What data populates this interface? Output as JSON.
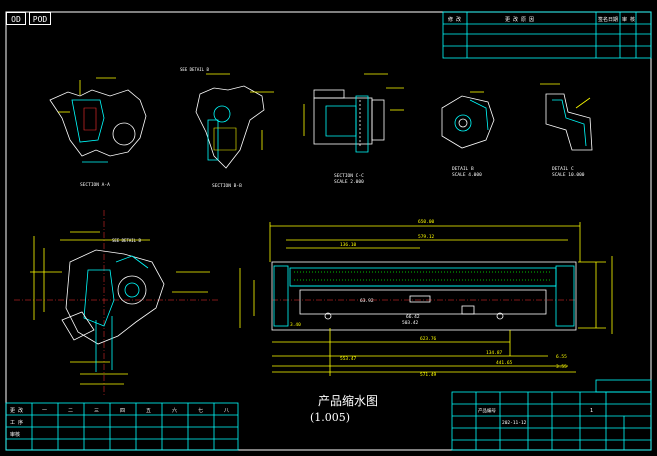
{
  "tabs": [
    "OD",
    "POD"
  ],
  "main_title": "产品缩水图",
  "main_scale": "(1.005)",
  "revision_header": [
    "修 改",
    "更 改 原 因",
    "签名日期",
    "审 核"
  ],
  "bottom_cols": [
    "一",
    "二",
    "三",
    "四",
    "五",
    "六",
    "七",
    "八"
  ],
  "bottom_rows": [
    "更 改",
    "工 序",
    "审核"
  ],
  "views": [
    {
      "id": "section-a",
      "label": "SECTION A-A",
      "scale": ""
    },
    {
      "id": "section-b",
      "label": "SECTION B-B",
      "scale": ""
    },
    {
      "id": "section-c",
      "label": "SECTION C-C",
      "scale": "SCALE 2.000"
    },
    {
      "id": "detail-b",
      "label": "DETAIL B",
      "scale": "SCALE 4.000"
    },
    {
      "id": "detail-c",
      "label": "DETAIL C",
      "scale": "SCALE 10.000"
    }
  ],
  "see_detail_1": "SEE DETAIL B",
  "see_detail_2": "SEE DETAIL B",
  "dims_main": [
    "650.00",
    "579.12",
    "136.10",
    "63.92",
    "623.76",
    "553.47",
    "134.87",
    "441.65",
    "571.49",
    "503.42",
    "66.42",
    "3.40",
    "6.55",
    "3.55"
  ],
  "title_block": {
    "doc_no": "202-11-12",
    "company": "产品编号",
    "sheet": "1"
  },
  "colors": {
    "cyan": "#00ffff",
    "yellow": "#ffff00",
    "white": "#ffffff",
    "green": "#00ff00",
    "red": "#ff3030"
  }
}
